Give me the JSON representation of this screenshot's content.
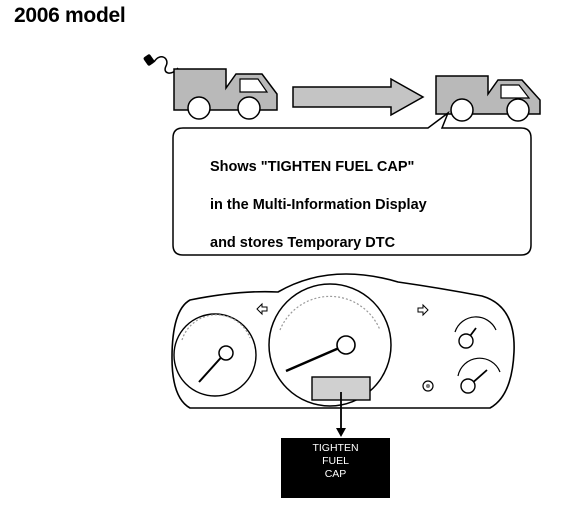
{
  "page": {
    "title": "2006 model"
  },
  "callout": {
    "lines": [
      "Shows \"TIGHTEN FUEL CAP\"",
      "in the Multi-Information Display",
      "and stores Temporary DTC"
    ]
  },
  "display": {
    "lines": [
      "TIGHTEN",
      "FUEL",
      "CAP"
    ]
  },
  "colors": {
    "vehicle_fill": "#b9b9b9",
    "arrow_fill": "#c4c4c4",
    "outline": "#000000",
    "display_background": "#000000",
    "display_text": "#ffffff"
  },
  "icons": {
    "fuel_cap": "fuel-cap-icon",
    "turn_signal_left": "turn-signal-left-icon",
    "turn_signal_right": "turn-signal-right-icon"
  }
}
